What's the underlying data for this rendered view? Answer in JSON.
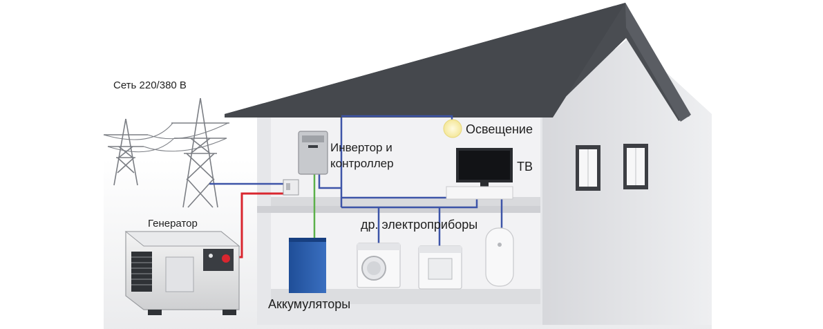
{
  "labels": {
    "grid": "Сеть 220/380 В",
    "generator": "Генератор",
    "inverter_line1": "Инвертор и",
    "inverter_line2": "контроллер",
    "lighting": "Освещение",
    "tv": "ТВ",
    "appliances": "др. электроприборы",
    "batteries": "Аккумуляторы"
  },
  "colors": {
    "roof": "#4a4d52",
    "wall": "#e8e9ec",
    "interior": "#f3f3f5",
    "blue_wire": "#3d54a8",
    "red_wire": "#d9262f",
    "green_wire": "#5bb04a",
    "battery": "#2a5fae"
  }
}
